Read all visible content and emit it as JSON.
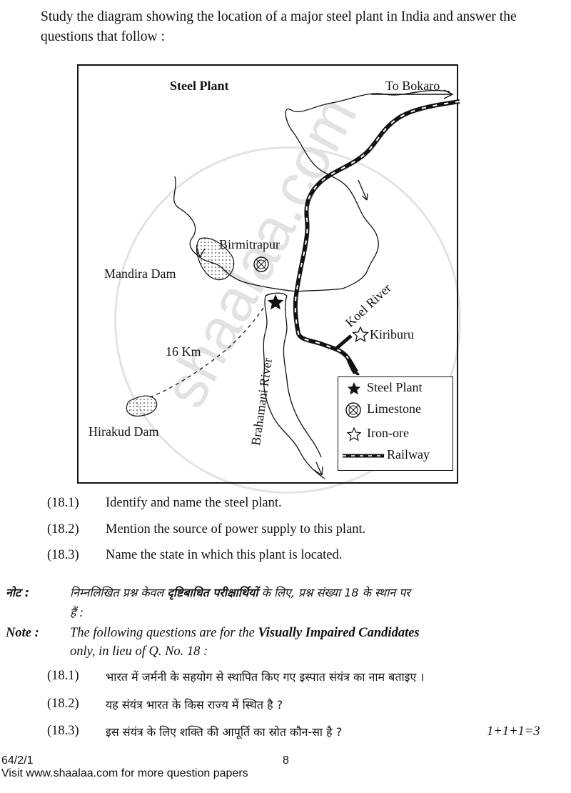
{
  "intro": "Study the diagram showing the location of a major steel plant in India and answer the questions that follow :",
  "map": {
    "title": "Steel Plant",
    "labels": {
      "to_bokaro": "To Bokaro",
      "birmitrapur": "Birmitrapur",
      "mandira_dam": "Mandira Dam",
      "koel_river": "Koel River",
      "kiriburu": "Kiriburu",
      "distance": "16 Km",
      "brahamani_river": "Brahamani River",
      "hirakud_dam": "Hirakud Dam"
    },
    "legend": [
      {
        "icon": "filled-star-icon",
        "label": "Steel Plant"
      },
      {
        "icon": "limestone-symbol-icon",
        "label": "Limestone"
      },
      {
        "icon": "outline-star-icon",
        "label": "Iron-ore"
      },
      {
        "icon": "railway-line-icon",
        "label": "Railway"
      }
    ]
  },
  "questions": [
    {
      "num": "(18.1)",
      "text": "Identify and name the steel plant."
    },
    {
      "num": "(18.2)",
      "text": "Mention the source of power supply to this plant."
    },
    {
      "num": "(18.3)",
      "text": "Name the state in which this plant is located."
    }
  ],
  "hindi_note": {
    "label": "नोट :",
    "text_plain1": "निम्नलिखित प्रश्न केवल ",
    "text_bold": "दृष्टिबाधित परीक्षार्थियों",
    "text_plain2": " के लिए, प्रश्न संख्या 18 के स्थान पर",
    "text_line2": "हैं :"
  },
  "english_note": {
    "label": "Note :",
    "text_plain": "The following questions are for the ",
    "text_bold": "Visually Impaired Candidates",
    "text_line2": "only, in lieu of Q. No. 18 :"
  },
  "hindi_questions": [
    {
      "num": "(18.1)",
      "text": "भारत में जर्मनी के सहयोग से स्थापित किए गए इस्पात संयंत्र का नाम बताइए ।"
    },
    {
      "num": "(18.2)",
      "text": "यह संयंत्र भारत के किस राज्य में स्थित है ?"
    },
    {
      "num": "(18.3)",
      "text": "इस संयंत्र के लिए शक्ति की आपूर्ति का स्रोत कौन-सा है ?"
    }
  ],
  "marks": "1+1+1=3",
  "footer": {
    "code": "64/2/1",
    "page": "8",
    "visit": "Visit www.shaalaa.com for more question papers"
  },
  "watermark": "shaalaa.com"
}
